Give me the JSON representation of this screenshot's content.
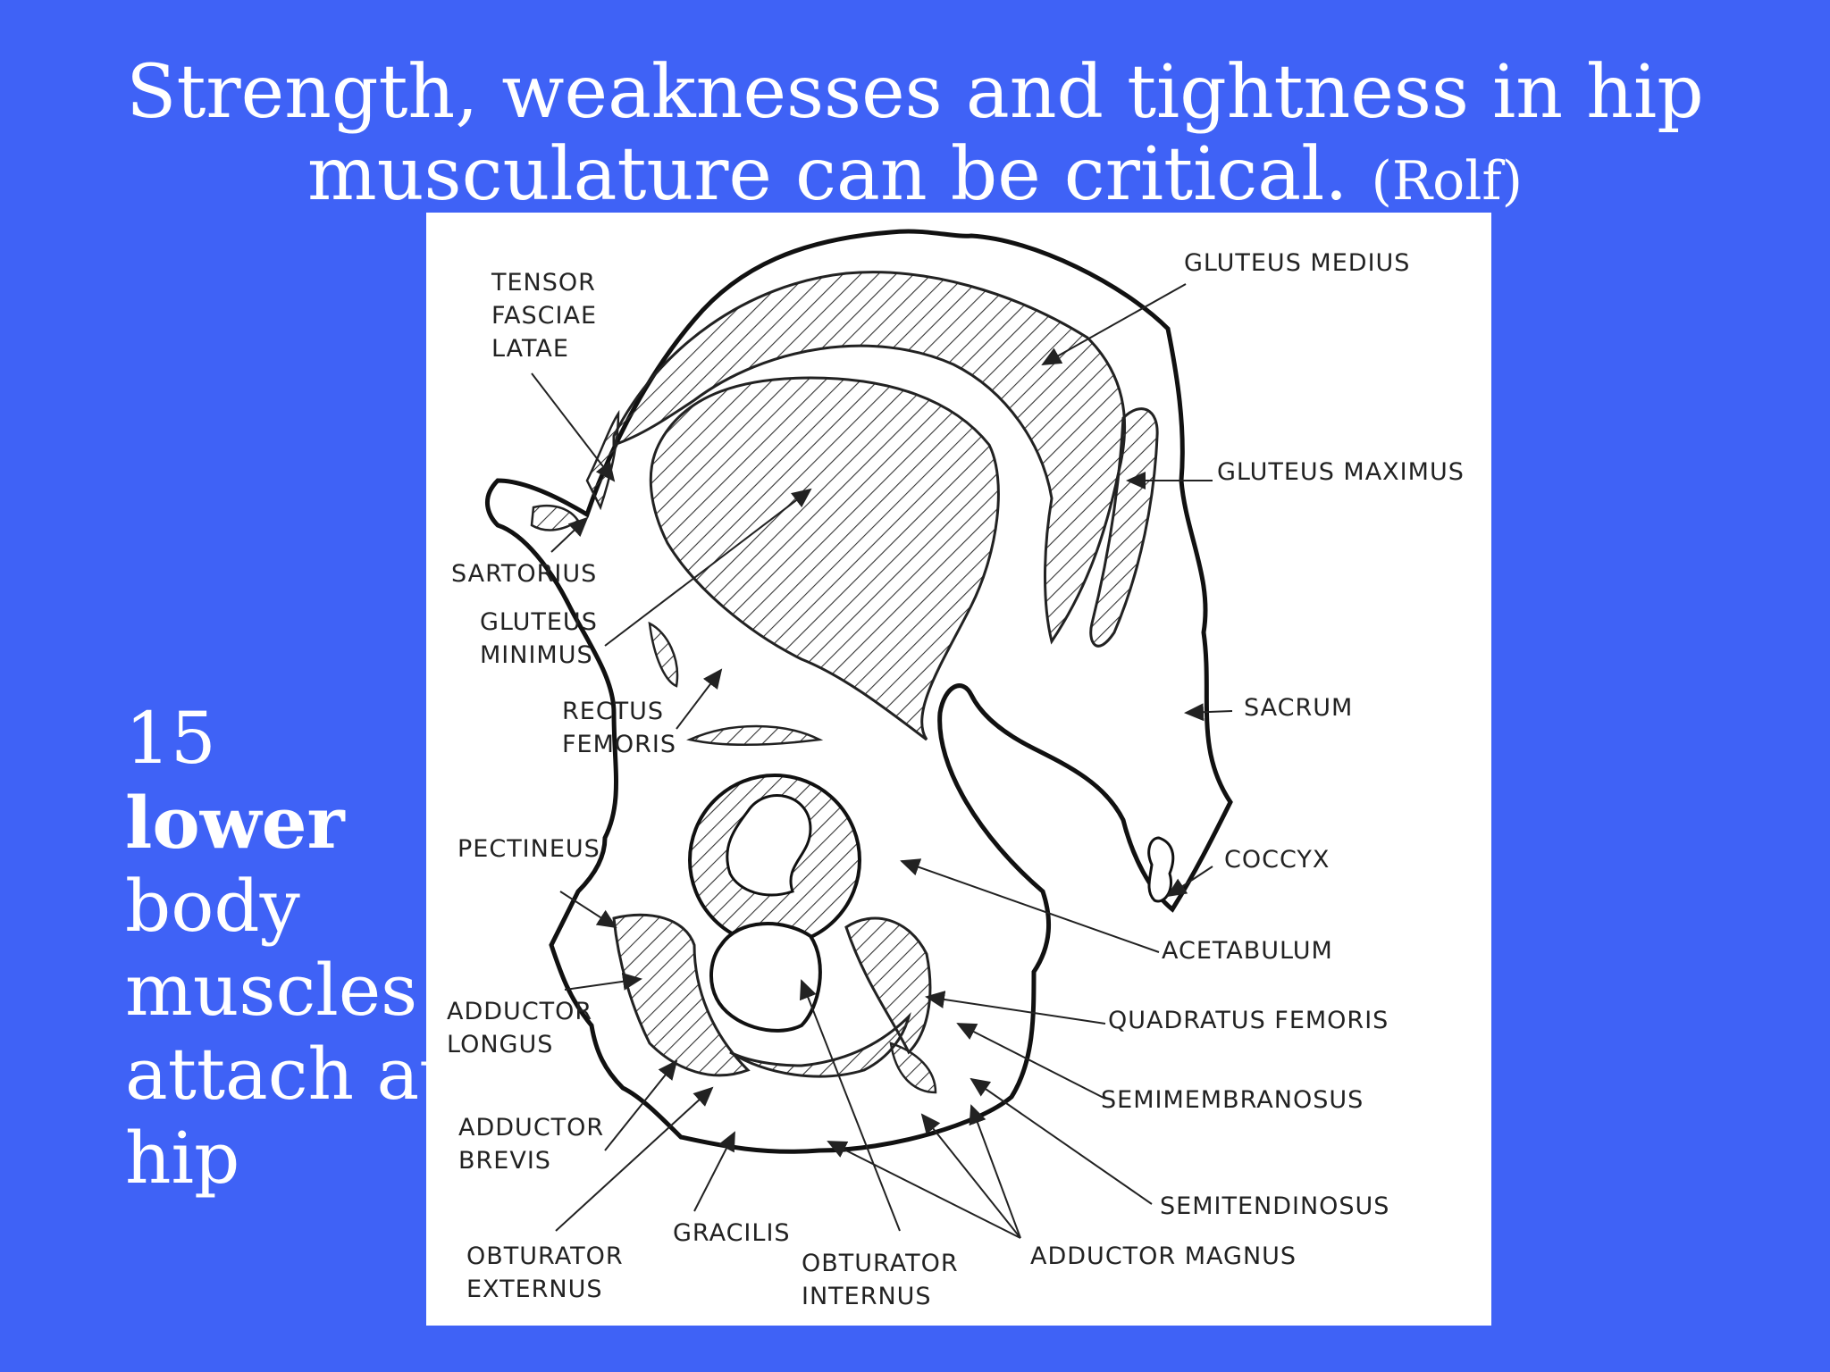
{
  "title": {
    "line1": "Strength, weaknesses and tightness in hip",
    "line2": "musculature can be critical.",
    "citation": "(Rolf)"
  },
  "sidebar": {
    "number": "15",
    "bold_word": "lower",
    "rest": [
      "body",
      "muscles",
      "attach at",
      "hip"
    ]
  },
  "figure": {
    "labels": {
      "tensor_fasciae_latae": [
        "TENSOR",
        "FASCIAE",
        "LATAE"
      ],
      "gluteus_medius": "GLUTEUS MEDIUS",
      "gluteus_maximus": "GLUTEUS MAXIMUS",
      "sartorius": "SARTORIUS",
      "gluteus_minimus": [
        "GLUTEUS",
        "MINIMUS"
      ],
      "rectus_femoris": [
        "RECTUS",
        "FEMORIS"
      ],
      "sacrum": "SACRUM",
      "pectineus": "PECTINEUS",
      "coccyx": "COCCYX",
      "acetabulum": "ACETABULUM",
      "quadratus_femoris": "QUADRATUS FEMORIS",
      "adductor_longus": [
        "ADDUCTOR",
        "LONGUS"
      ],
      "semimembranosus": "SEMIMEMBRANOSUS",
      "adductor_brevis": [
        "ADDUCTOR",
        "BREVIS"
      ],
      "semitendinosus": "SEMITENDINOSUS",
      "gracilis": "GRACILIS",
      "adductor_magnus": "ADDUCTOR MAGNUS",
      "obturator_externus": [
        "OBTURATOR",
        "EXTERNUS"
      ],
      "obturator_internus": [
        "OBTURATOR",
        "INTERNUS"
      ]
    }
  }
}
